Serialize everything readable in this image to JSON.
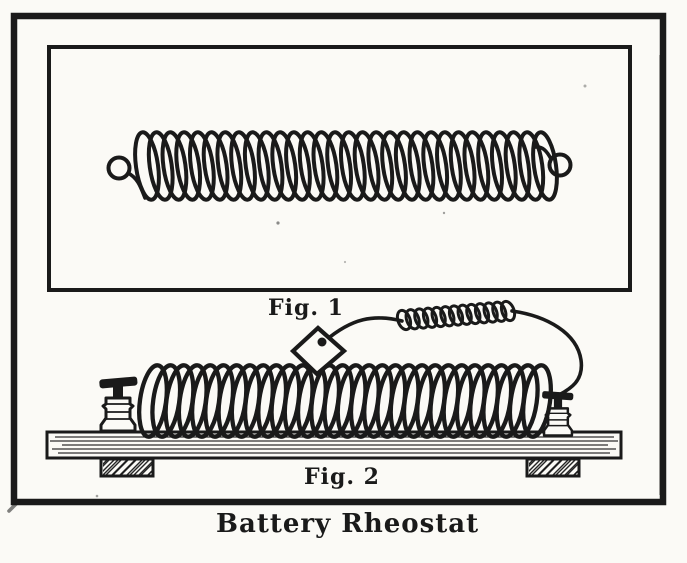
{
  "caption": "Battery Rheostat",
  "figures": {
    "fig1": {
      "label": "Fig. 1"
    },
    "fig2": {
      "label": "Fig. 2"
    }
  },
  "colors": {
    "ink": "#1a1a1a",
    "paper": "#fbfaf6"
  }
}
